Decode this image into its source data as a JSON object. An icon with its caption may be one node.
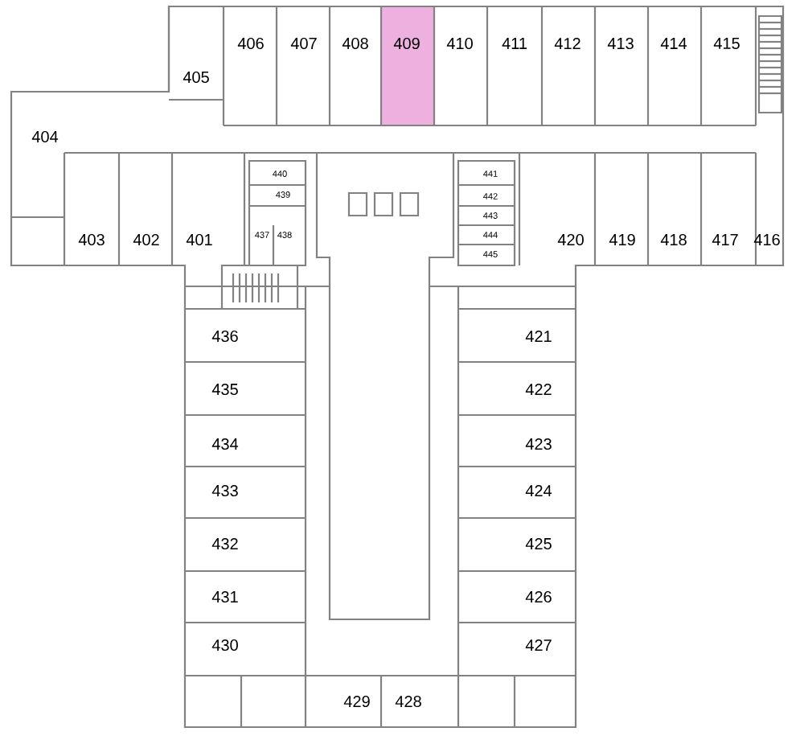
{
  "diagram": {
    "labels": [
      "406",
      "407",
      "408",
      "409",
      "410",
      "411",
      "412",
      "413",
      "414",
      "415",
      "405",
      "404",
      "440",
      "441",
      "439",
      "442",
      "443",
      "437",
      "438",
      "444",
      "403",
      "402",
      "401",
      "445",
      "420",
      "419",
      "418",
      "417",
      "416",
      "436",
      "421",
      "435",
      "422",
      "434",
      "423",
      "433",
      "424",
      "432",
      "425",
      "431",
      "426",
      "430",
      "427",
      "429",
      "428"
    ]
  }
}
